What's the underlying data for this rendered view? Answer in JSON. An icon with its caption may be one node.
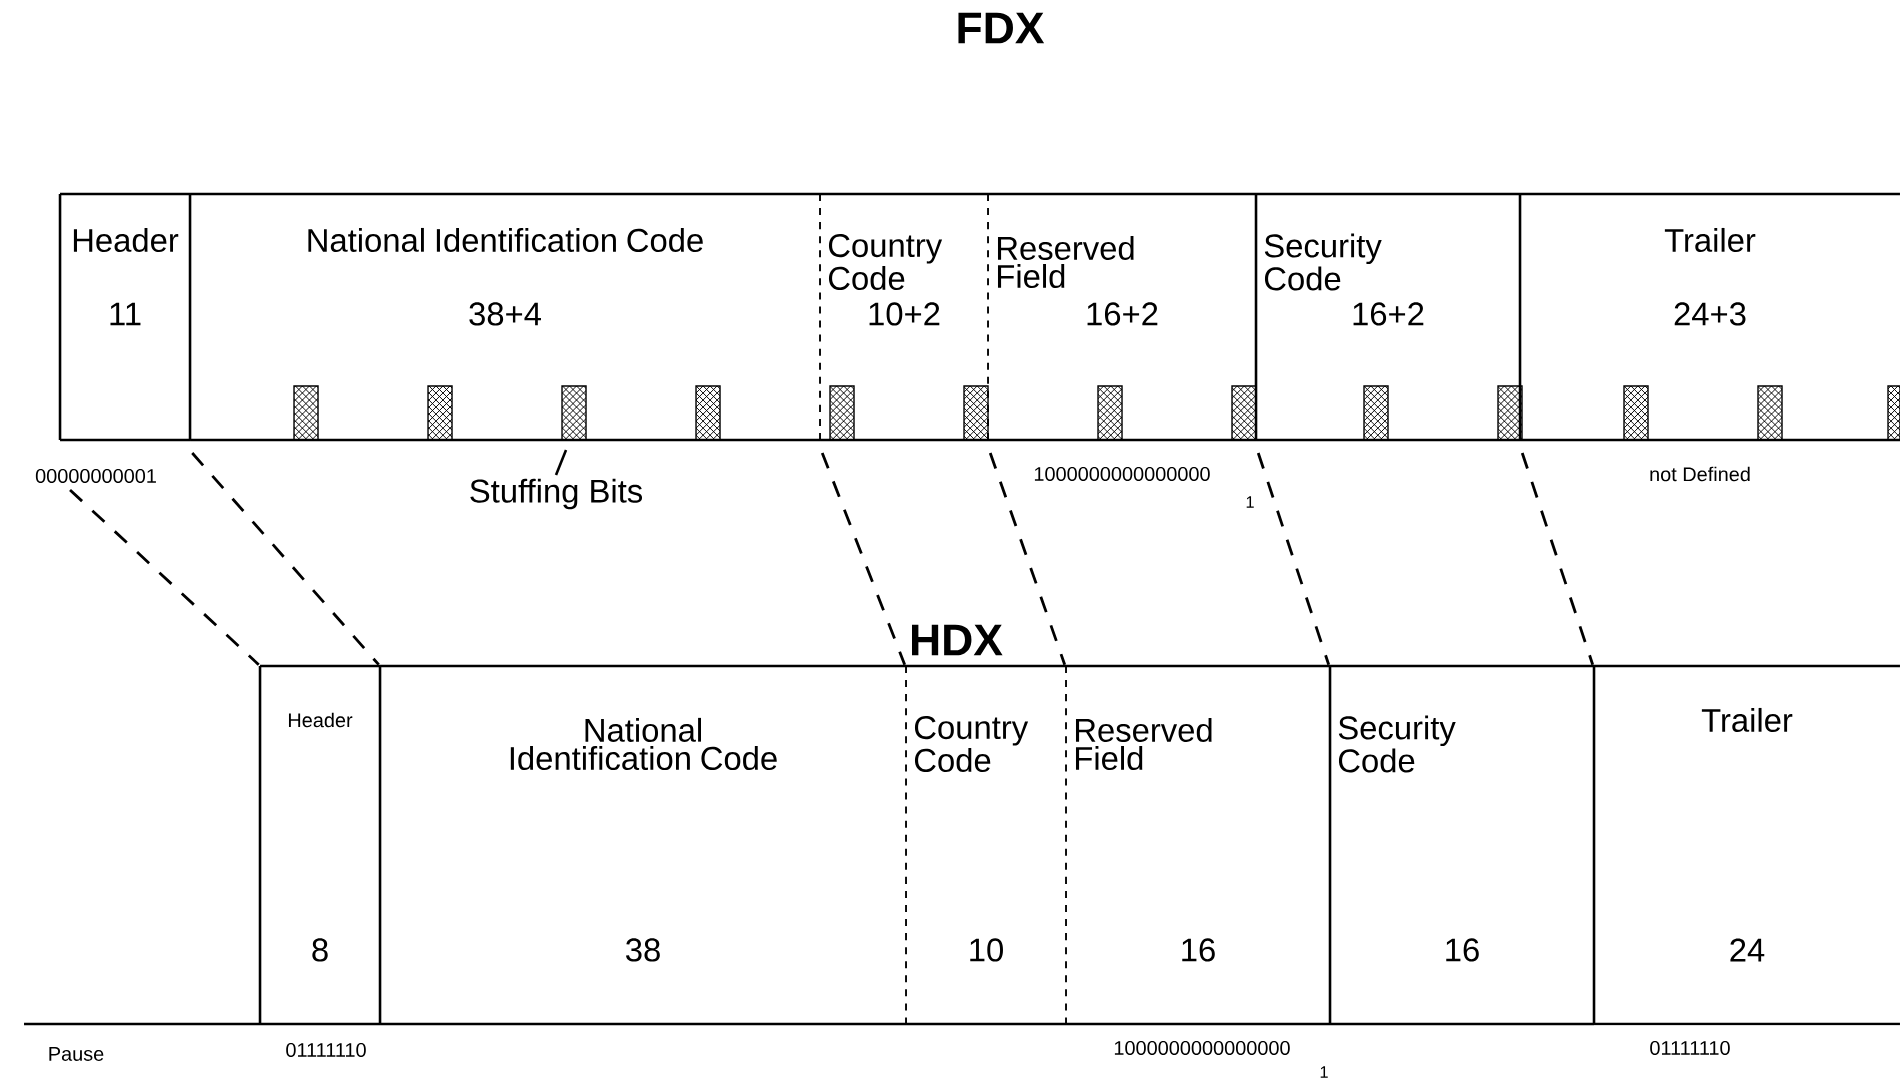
{
  "diagram": {
    "nodes": [
      {
        "text": [
          "Header",
          "11"
        ]
      },
      {
        "text": [
          "National Identification Code",
          "38+4"
        ]
      },
      {
        "text": [
          "Country Code",
          "10+2"
        ]
      },
      {
        "text": [
          "Reserved Field",
          "16+2"
        ]
      },
      {
        "text": [
          "Security Code",
          "16+2"
        ]
      },
      {
        "text": [
          "Trailer",
          "24+3"
        ]
      },
      {
        "text": [
          "Header",
          "8"
        ]
      },
      {
        "text": [
          "National Identification Code",
          "38"
        ]
      },
      {
        "text": [
          "Country Code",
          "10"
        ]
      },
      {
        "text": [
          "Reserved Field",
          "16"
        ]
      },
      {
        "text": [
          "Security Code",
          "16"
        ]
      },
      {
        "text": [
          "Trailer",
          "24"
        ]
      },
      {
        "text": [
          "Stuffing Bits"
        ]
      }
    ],
    "edges": [
      {
        "from": 0,
        "to": 6,
        "arrow": "none",
        "style": "dashed"
      },
      {
        "from": 1,
        "to": 7,
        "arrow": "none",
        "style": "dashed"
      },
      {
        "from": 2,
        "to": 8,
        "arrow": "none",
        "style": "dashed"
      },
      {
        "from": 3,
        "to": 9,
        "arrow": "none",
        "style": "dashed"
      },
      {
        "from": 4,
        "to": 10,
        "arrow": "none",
        "style": "dashed"
      },
      {
        "from": 5,
        "to": 11,
        "arrow": "none",
        "style": "dashed"
      },
      {
        "from": 12,
        "to": null,
        "arrow": "none"
      }
    ],
    "labels": [
      "FDX",
      "00000000001",
      "1000000000000000",
      "1",
      "not Defined",
      "HDX",
      "Pause",
      "01111110",
      "1000000000000000",
      "1",
      "01111110"
    ]
  }
}
